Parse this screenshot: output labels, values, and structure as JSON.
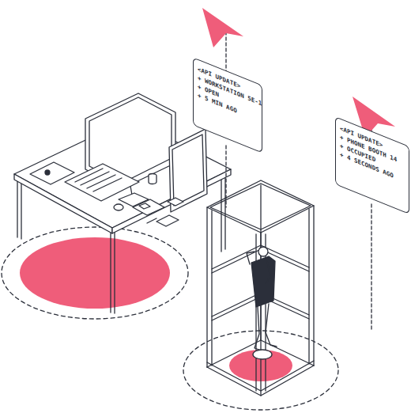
{
  "diagram": {
    "nodes": [
      {
        "text": [
          "<API UPDATE>",
          "+ WORKSTATION 5E-1",
          "+ OPEN",
          "+ 5 MIN AGO"
        ]
      },
      {
        "text": [
          "<API UPDATE>",
          "+ PHONE BOOTH 14",
          "+ OCCUPIED",
          "+ 4 SECONDS AGO"
        ]
      }
    ]
  }
}
